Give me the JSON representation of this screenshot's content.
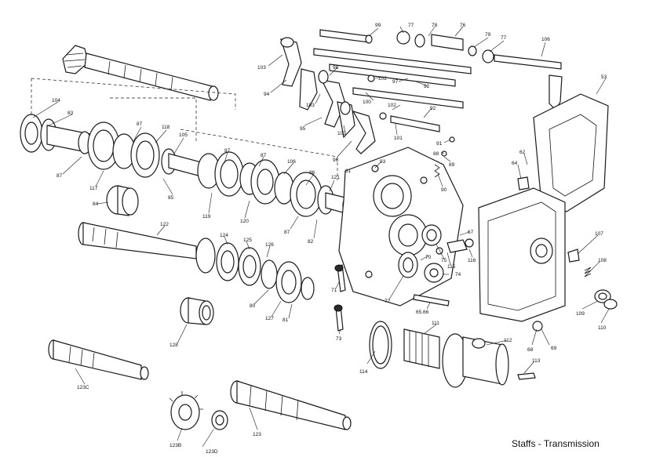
{
  "caption": "Staffs - Transmission",
  "callouts": {
    "c99": "99",
    "c77a": "77",
    "c78": "78",
    "c76": "76",
    "c79": "79",
    "c77b": "77",
    "c106a": "106",
    "c103a": "103",
    "c94": "94",
    "c98": "98",
    "c102a": "102",
    "c97": "97",
    "c92a": "92",
    "c103b": "103",
    "c100": "100",
    "c102b": "102",
    "c92b": "92",
    "c95": "95",
    "c103c": "103",
    "c101": "101",
    "c91": "91",
    "c96": "96",
    "c93": "93",
    "c88": "88",
    "c89": "89",
    "c90": "90",
    "c61": "61",
    "c53": "53",
    "c62": "62",
    "c64": "64",
    "c104": "104",
    "c83": "83",
    "c87a": "87",
    "c118": "118",
    "c105a": "105",
    "c87b": "87",
    "c87c": "87",
    "c106b": "106",
    "c87d": "87",
    "c117": "117",
    "c85": "85",
    "c84": "84",
    "c119": "119",
    "c120": "120",
    "c86": "86",
    "c121": "121",
    "c87e": "87",
    "c82": "82",
    "c122": "122",
    "c124": "124",
    "c125": "125",
    "c126": "126",
    "c67": "67",
    "c116": "116",
    "c75": "75",
    "c70": "70",
    "c115": "115",
    "c74": "74",
    "c71": "71",
    "c72": "72",
    "c80": "80",
    "c127": "127",
    "c81": "81",
    "c128": "128",
    "c65": "65.66",
    "c73": "73",
    "c107": "107",
    "c108": "108",
    "c109": "109",
    "c110": "110",
    "c111": "111",
    "c112": "112",
    "c114": "114",
    "c68": "68",
    "c69": "69",
    "c113": "113",
    "c123c": "123C",
    "c123": "123",
    "c123b": "123B",
    "c123a": "123D"
  }
}
